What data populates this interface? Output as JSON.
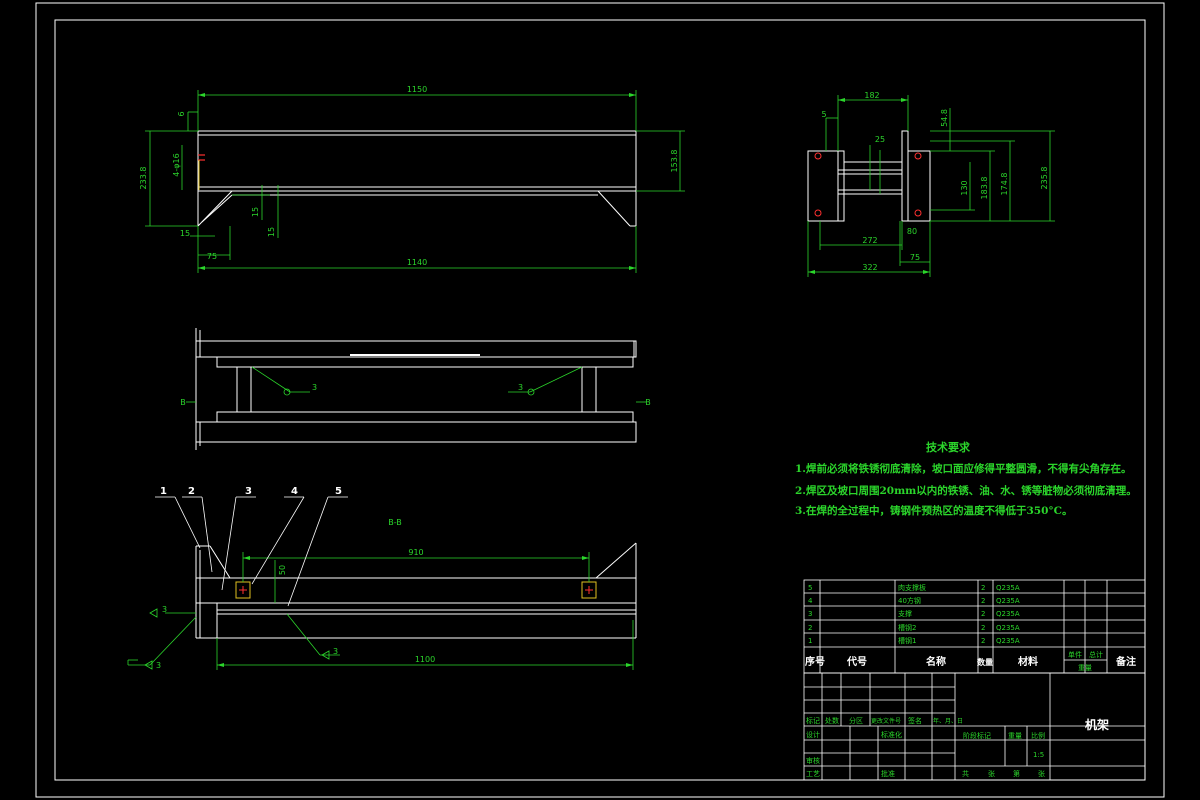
{
  "dimensions": {
    "top_overall": "1150",
    "top_bottom": "1140",
    "top_left_height": "233.8",
    "top_right_height": "153.8",
    "top_small_6": "6",
    "top_small_15a": "15",
    "top_small_15b": "15",
    "top_small_15c": "15",
    "top_small_75": "75",
    "top_hole": "4-φ16",
    "side_182": "182",
    "side_5": "5",
    "side_54": "54.8",
    "side_25": "25",
    "side_h1": "130",
    "side_h2": "183.8",
    "side_h3": "174.8",
    "side_h4": "235.8",
    "side_80": "80",
    "side_272": "272",
    "side_322": "322",
    "side_75": "75",
    "mid_3a": "3",
    "mid_3b": "3",
    "mid_B_left": "B",
    "mid_B_right": "B",
    "bot_910": "910",
    "bot_1100": "1100",
    "bot_5": "50",
    "bot_3a": "3",
    "bot_3b": "3",
    "bot_3c": "3",
    "section_label": "B-B"
  },
  "balloons": [
    "1",
    "2",
    "3",
    "4",
    "5"
  ],
  "tech": {
    "title": "技术要求",
    "lines": [
      "1.焊前必须将铁锈彻底清除，坡口面应修得平整圆滑，不得有尖角存在。",
      "2.焊区及坡口周围20mm以内的铁锈、油、水、锈等脏物必须彻底清理。",
      "3.在焊的全过程中，铸钢件预热区的温度不得低于350°C。"
    ]
  },
  "bom": {
    "rows": [
      {
        "no": "5",
        "name": "肉支撑板",
        "qty": "2",
        "mat": "Q235A"
      },
      {
        "no": "4",
        "name": "40方钢",
        "qty": "2",
        "mat": "Q235A"
      },
      {
        "no": "3",
        "name": "支撑",
        "qty": "2",
        "mat": "Q235A"
      },
      {
        "no": "2",
        "name": "槽钢2",
        "qty": "2",
        "mat": "Q235A"
      },
      {
        "no": "1",
        "name": "槽钢1",
        "qty": "2",
        "mat": "Q235A"
      }
    ],
    "header": {
      "no": "序号",
      "code": "代号",
      "name": "名称",
      "qty": "数量",
      "mat": "材料",
      "unit_weight": "单件",
      "total_weight": "总计",
      "weight": "重量",
      "remark": "备注"
    }
  },
  "titleblock": {
    "part_name": "机架",
    "labels": {
      "mark": "标记",
      "count": "处数",
      "zone": "分区",
      "doc_no": "更改文件号",
      "sign": "签名",
      "date": "年、月、日",
      "design": "设计",
      "standard": "标准化",
      "stage_mark": "阶段标记",
      "weight": "重量",
      "scale": "比例",
      "scale_value": "1:5",
      "review": "审核",
      "process": "工艺",
      "approve": "批准",
      "sheets": "共",
      "sheet_unit": "张",
      "sheet_no": "第",
      "sheet_unit2": "张"
    }
  }
}
